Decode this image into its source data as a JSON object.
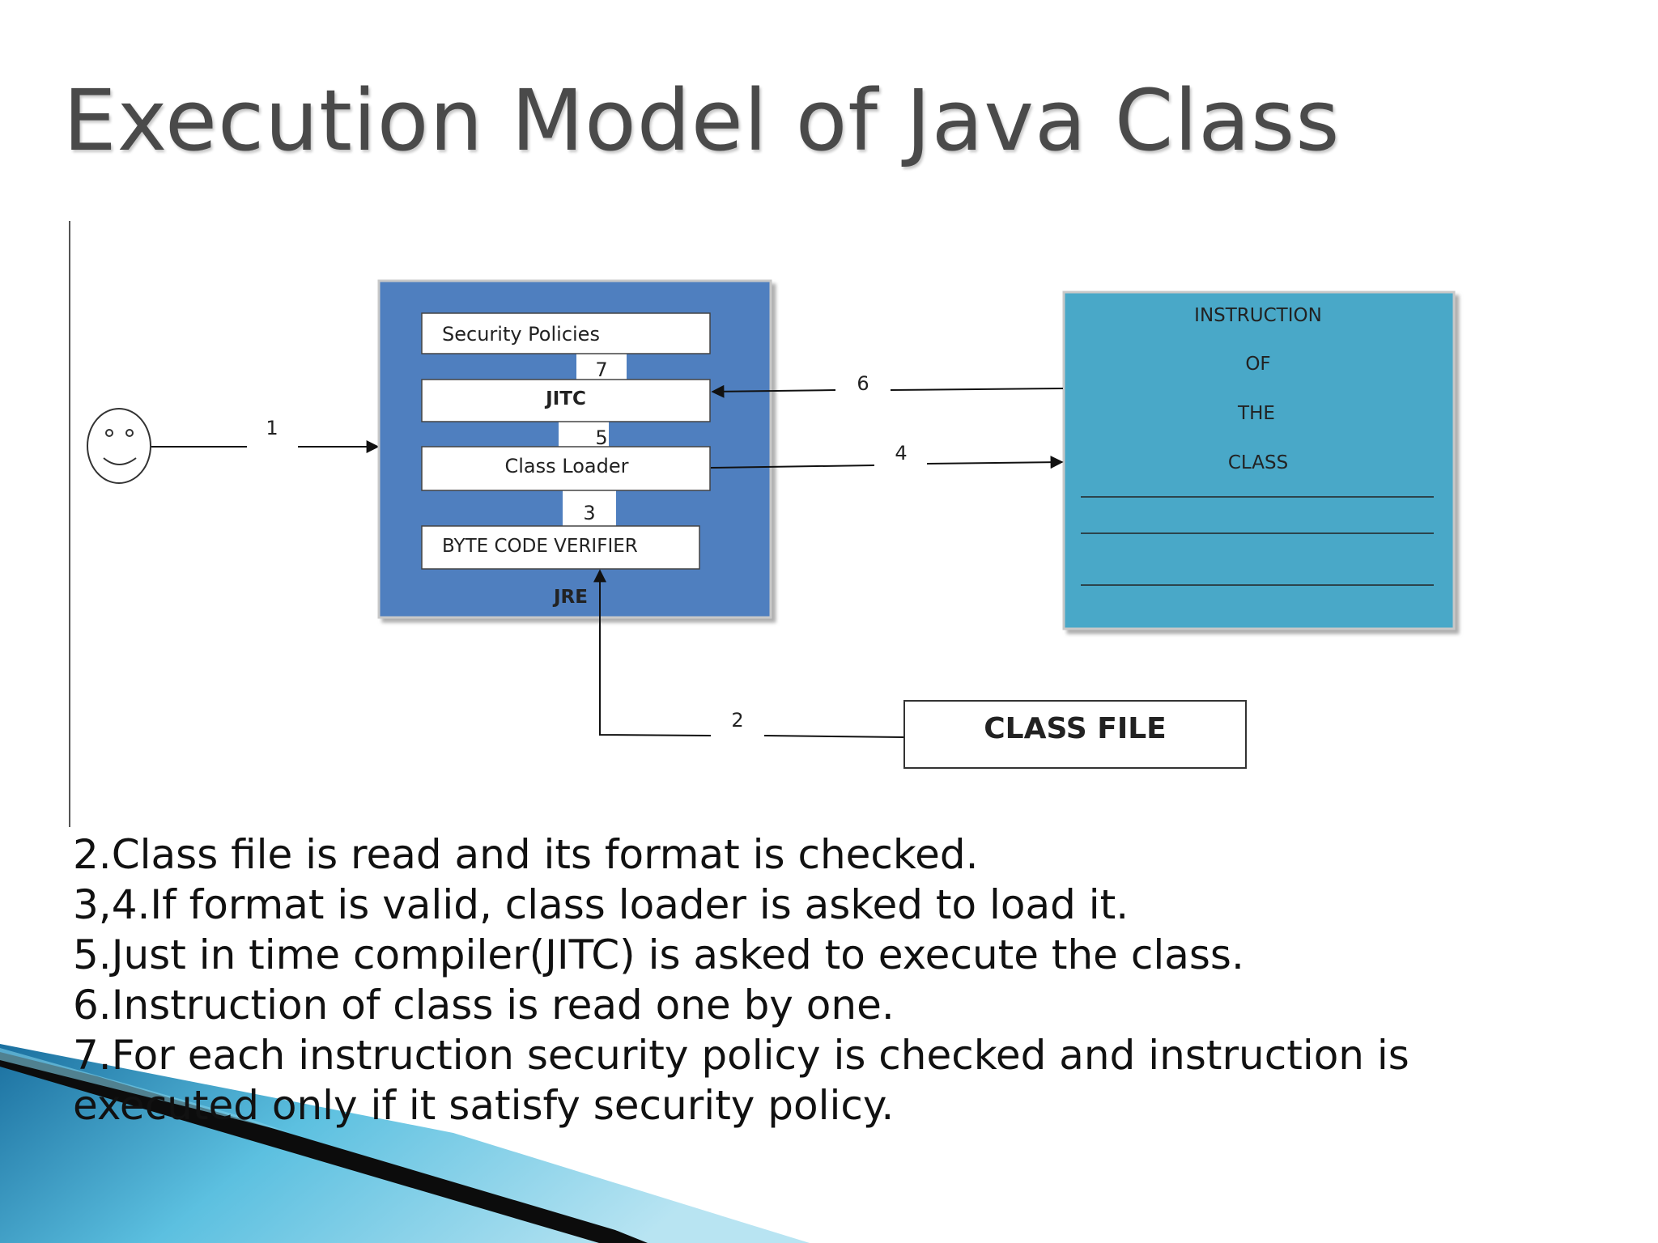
{
  "slide": {
    "title": "Execution Model of Java Class",
    "bullets": [
      "2.Class file is read and its format is checked.",
      "3,4.If format is valid, class loader is asked to load it.",
      "5.Just in time compiler(JITC) is asked to execute the class.",
      "6.Instruction of class is read one by one.",
      "7.For each instruction security policy is checked and instruction is",
      "executed only if it satisfy security policy."
    ]
  },
  "diagram": {
    "jre": {
      "label": "JRE",
      "boxes": {
        "security": "Security Policies",
        "jitc": "JITC",
        "loader": "Class Loader",
        "verifier": "BYTE CODE VERIFIER"
      },
      "gap_labels": {
        "seven": "7",
        "five": "5",
        "three": "3"
      }
    },
    "instruction": {
      "lines": [
        "INSTRUCTION",
        "OF",
        "THE",
        "CLASS"
      ]
    },
    "class_file": "CLASS FILE",
    "arrows": {
      "one": "1",
      "two": "2",
      "four": "4",
      "six": "6"
    }
  },
  "colors": {
    "jre_blue": "#4f7fbf",
    "instruction_teal": "#4aa8c8",
    "title_gray": "#4a4a4a",
    "decor_blue": "#2b8fc0"
  }
}
